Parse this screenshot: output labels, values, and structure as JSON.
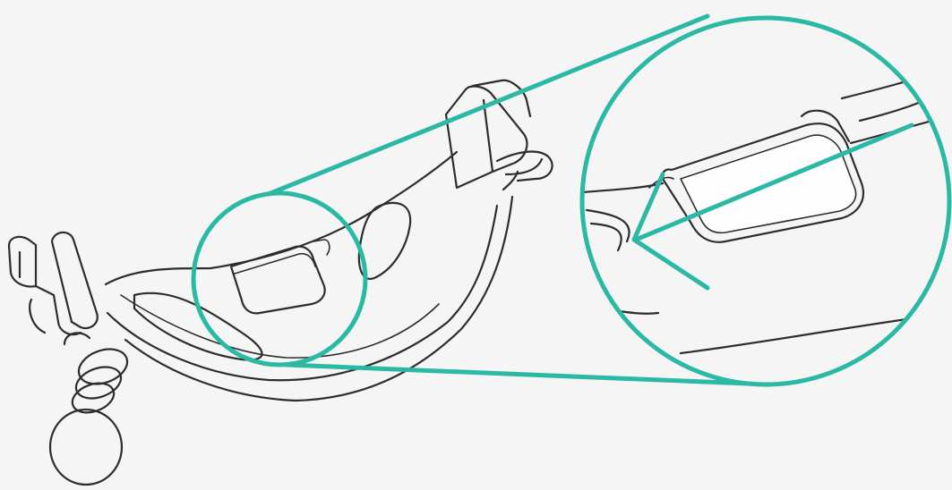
{
  "illustration": {
    "subject": "strap-with-slider-buckle",
    "callout": "magnified-slider-detail",
    "arrow_direction": "left"
  },
  "colors": {
    "background": "#f5f5f5",
    "line_art": "#2d2d2d",
    "accent": "#2bb8a4",
    "highlight": "#ffffff"
  }
}
